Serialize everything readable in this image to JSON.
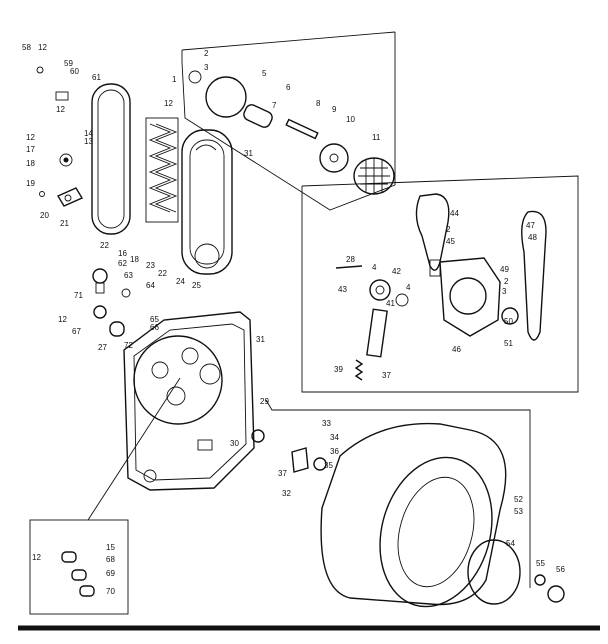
{
  "diagram": {
    "callouts": [
      {
        "id": "58",
        "label": "58"
      },
      {
        "id": "12a",
        "label": "12"
      },
      {
        "id": "59",
        "label": "59"
      },
      {
        "id": "60",
        "label": "60"
      },
      {
        "id": "61",
        "label": "61"
      },
      {
        "id": "12b",
        "label": "12"
      },
      {
        "id": "12c",
        "label": "12"
      },
      {
        "id": "17",
        "label": "17"
      },
      {
        "id": "18",
        "label": "18"
      },
      {
        "id": "19",
        "label": "19"
      },
      {
        "id": "20",
        "label": "20"
      },
      {
        "id": "21",
        "label": "21"
      },
      {
        "id": "14",
        "label": "14"
      },
      {
        "id": "13",
        "label": "13"
      },
      {
        "id": "1",
        "label": "1"
      },
      {
        "id": "2a",
        "label": "2"
      },
      {
        "id": "3",
        "label": "3"
      },
      {
        "id": "5",
        "label": "5"
      },
      {
        "id": "6",
        "label": "6"
      },
      {
        "id": "7",
        "label": "7"
      },
      {
        "id": "8",
        "label": "8"
      },
      {
        "id": "9",
        "label": "9"
      },
      {
        "id": "10",
        "label": "10"
      },
      {
        "id": "11",
        "label": "11"
      },
      {
        "id": "12d",
        "label": "12"
      },
      {
        "id": "31a",
        "label": "31"
      },
      {
        "id": "22a",
        "label": "22"
      },
      {
        "id": "16",
        "label": "16"
      },
      {
        "id": "62",
        "label": "62"
      },
      {
        "id": "18b",
        "label": "18"
      },
      {
        "id": "23",
        "label": "23"
      },
      {
        "id": "22b",
        "label": "22"
      },
      {
        "id": "24",
        "label": "24"
      },
      {
        "id": "25",
        "label": "25"
      },
      {
        "id": "63",
        "label": "63"
      },
      {
        "id": "64",
        "label": "64"
      },
      {
        "id": "71",
        "label": "71"
      },
      {
        "id": "12e",
        "label": "12"
      },
      {
        "id": "65",
        "label": "65"
      },
      {
        "id": "66",
        "label": "66"
      },
      {
        "id": "67",
        "label": "67"
      },
      {
        "id": "27",
        "label": "27"
      },
      {
        "id": "72",
        "label": "72"
      },
      {
        "id": "31b",
        "label": "31"
      },
      {
        "id": "44",
        "label": "44"
      },
      {
        "id": "2b",
        "label": "2"
      },
      {
        "id": "45",
        "label": "45"
      },
      {
        "id": "47",
        "label": "47"
      },
      {
        "id": "48",
        "label": "48"
      },
      {
        "id": "28",
        "label": "28"
      },
      {
        "id": "4a",
        "label": "4"
      },
      {
        "id": "42",
        "label": "42"
      },
      {
        "id": "43",
        "label": "43"
      },
      {
        "id": "41",
        "label": "41"
      },
      {
        "id": "4b",
        "label": "4"
      },
      {
        "id": "49",
        "label": "49"
      },
      {
        "id": "2c",
        "label": "2"
      },
      {
        "id": "3b",
        "label": "3"
      },
      {
        "id": "50",
        "label": "50"
      },
      {
        "id": "51",
        "label": "51"
      },
      {
        "id": "46",
        "label": "46"
      },
      {
        "id": "39",
        "label": "39"
      },
      {
        "id": "37a",
        "label": "37"
      },
      {
        "id": "29",
        "label": "29"
      },
      {
        "id": "33",
        "label": "33"
      },
      {
        "id": "34",
        "label": "34"
      },
      {
        "id": "36",
        "label": "36"
      },
      {
        "id": "35",
        "label": "35"
      },
      {
        "id": "30",
        "label": "30"
      },
      {
        "id": "37b",
        "label": "37"
      },
      {
        "id": "32",
        "label": "32"
      },
      {
        "id": "52",
        "label": "52"
      },
      {
        "id": "53",
        "label": "53"
      },
      {
        "id": "54",
        "label": "54"
      },
      {
        "id": "55",
        "label": "55"
      },
      {
        "id": "56",
        "label": "56"
      },
      {
        "id": "12f",
        "label": "12"
      },
      {
        "id": "15",
        "label": "15"
      },
      {
        "id": "68",
        "label": "68"
      },
      {
        "id": "69",
        "label": "69"
      },
      {
        "id": "70",
        "label": "70"
      }
    ]
  }
}
